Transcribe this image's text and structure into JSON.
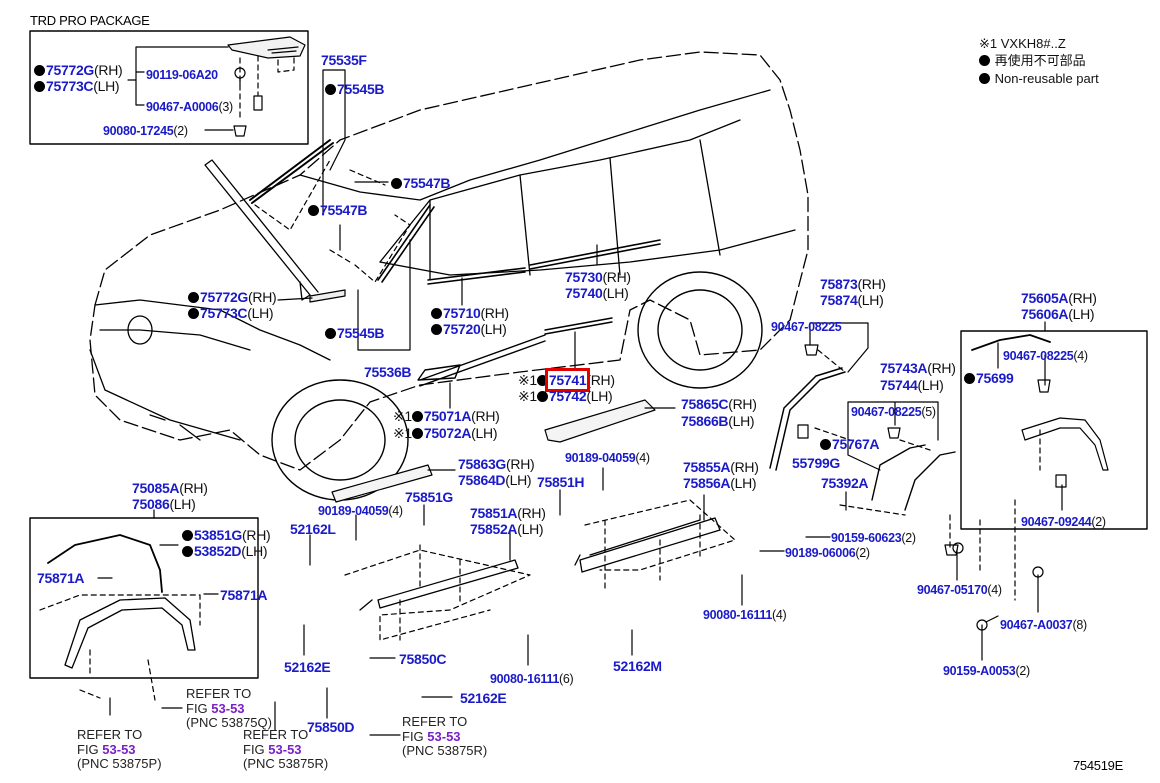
{
  "diagram": {
    "section_title": "TRD PRO PACKAGE",
    "figure_id": "754519E",
    "legend": {
      "note1": "※1 VXKH8#..Z",
      "jp_label": "再使用不可部品",
      "en_label": "Non-reusable part",
      "mark_symbol": "●",
      "note_symbol": "※1"
    },
    "colors": {
      "part_number": "#1a1ac8",
      "figure_link": "#7a1fc8",
      "highlight": "#e00000",
      "line": "#000000"
    },
    "highlighted_part": "75741",
    "rh": "(RH)",
    "lh": "(LH)",
    "labels": {
      "trd_75772G": "75772G",
      "trd_75773C": "75773C",
      "trd_90119": "90119-06A20",
      "trd_90467": "90467-A0006",
      "trd_90467_qty": "(3)",
      "trd_90080": "90080-17245",
      "trd_90080_qty": "(2)",
      "p75535F": "75535F",
      "p75545B_top": "75545B",
      "p75547B_a": "75547B",
      "p75547B_b": "75547B",
      "p75772G": "75772G",
      "p75773C": "75773C",
      "p75545B_low": "75545B",
      "p75536B": "75536B",
      "p75710": "75710",
      "p75720": "75720",
      "p75730": "75730",
      "p75740": "75740",
      "p75741": "75741",
      "p75742": "75742",
      "p75071A": "75071A",
      "p75072A": "75072A",
      "p75865C": "75865C",
      "p75866B": "75866B",
      "p90189_04059_a": "90189-04059",
      "qty4": "(4)",
      "p75855A": "75855A",
      "p75856A": "75856A",
      "p75873": "75873",
      "p75874": "75874",
      "p90467_08225": "90467-08225",
      "p75743A": "75743A",
      "p75744": "75744",
      "p90467_08225_5": "90467-08225",
      "qty5": "(5)",
      "p75767A": "75767A",
      "p55799G": "55799G",
      "p75392A": "75392A",
      "p90159_60623": "90159-60623",
      "qty2": "(2)",
      "p90189_06006": "90189-06006",
      "p90467_05170": "90467-05170",
      "p75605A": "75605A",
      "p75606A": "75606A",
      "p90467_08225_4": "90467-08225",
      "p75699": "75699",
      "p90467_09244": "90467-09244",
      "p90467_A0037": "90467-A0037",
      "qty8": "(8)",
      "p90159_A0053": "90159-A0053",
      "p90080_16111_4": "90080-16111",
      "p52162M": "52162M",
      "p75851H": "75851H",
      "p75863G": "75863G",
      "p75864D": "75864D",
      "p90189_04059_b": "90189-04059",
      "p75851G": "75851G",
      "p75851A": "75851A",
      "p75852A": "75852A",
      "p52162L": "52162L",
      "p75085A": "75085A",
      "p75086": "75086",
      "p53851G": "53851G",
      "p53852D": "53852D",
      "p75871A_l": "75871A",
      "p75871A_r": "75871A",
      "p52162E_a": "52162E",
      "p75850C": "75850C",
      "p90080_16111_6": "90080-16111",
      "qty6": "(6)",
      "p52162E_b": "52162E",
      "p75850D": "75850D"
    },
    "refers": {
      "refer_to": "REFER TO",
      "fig": "FIG ",
      "fig_no": "53-53",
      "pnc_P": "(PNC 53875P)",
      "pnc_Q": "(PNC 53875Q)",
      "pnc_R": "(PNC 53875R)"
    }
  }
}
